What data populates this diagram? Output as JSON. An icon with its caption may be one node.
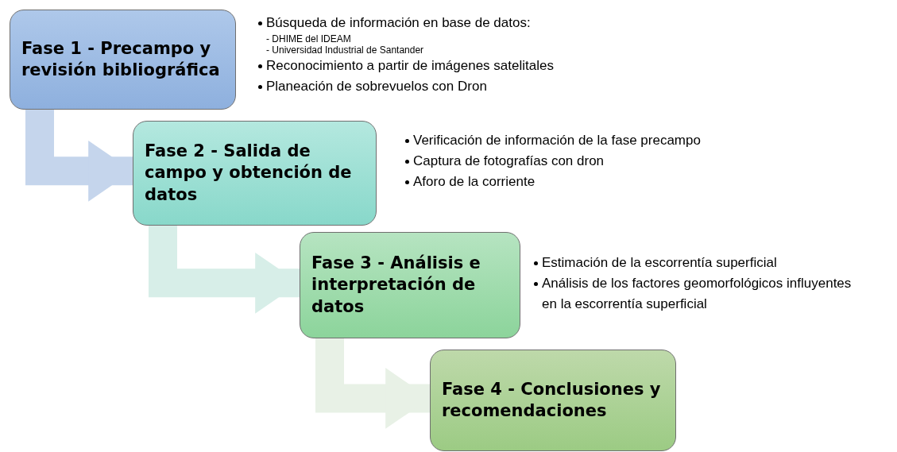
{
  "diagram": {
    "nodes": [
      {
        "text": [
          "Fase 1 - Precampo y revisión bibliográfica"
        ],
        "beside": [
          "Búsqueda de información en base de datos:",
          "- DHIME del IDEAM",
          "- Universidad Industrial de Santander",
          "Reconocimiento a partir de imágenes satelitales",
          "Planeación de sobrevuelos con Dron"
        ]
      },
      {
        "text": [
          "Fase 2 - Salida de campo y obtención de datos"
        ],
        "beside": [
          "Verificación de información de la fase precampo",
          "Captura de fotografías con dron",
          "Aforo de la corriente"
        ]
      },
      {
        "text": [
          "Fase 3 - Análisis e interpretación de datos"
        ],
        "beside": [
          "Estimación de la escorrentía superficial",
          "Análisis de los factores geomorfológicos influyentes en la escorrentía superficial"
        ]
      },
      {
        "text": [
          "Fase 4 - Conclusiones y recomendaciones"
        ]
      }
    ],
    "edges": [
      {
        "from": 0,
        "to": 1,
        "arrow": "to",
        "color": "#c5d5ec"
      },
      {
        "from": 1,
        "to": 2,
        "arrow": "to",
        "color": "#d7eee8"
      },
      {
        "from": 2,
        "to": 3,
        "arrow": "to",
        "color": "#e8f1e6"
      }
    ]
  }
}
